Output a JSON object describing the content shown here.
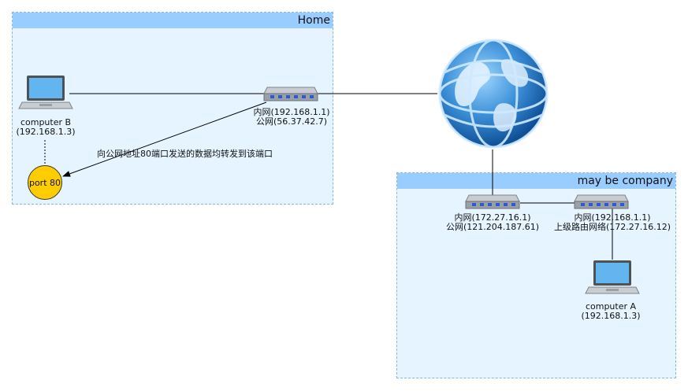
{
  "groups": {
    "home": {
      "title": "Home"
    },
    "company": {
      "title": "may be company"
    }
  },
  "devices": {
    "computer_b": {
      "name": "computer B",
      "ip": "(192.168.1.3)"
    },
    "home_router": {
      "lan": "内网(192.168.1.1)",
      "wan": "公网(56.37.42.7)"
    },
    "company_router": {
      "lan": "内网(172.27.16.1)",
      "wan": "公网(121.204.187.61)"
    },
    "sub_router": {
      "lan": "内网(192.168.1.1)",
      "uplink": "上级路由网络(172.27.16.12)"
    },
    "computer_a": {
      "name": "computer A",
      "ip": "(192.168.1.3)"
    }
  },
  "port": {
    "label": "port 80"
  },
  "annotation": "向公网地址80端口发送的数据均转发到该端口",
  "icons": {
    "globe": "internet-globe-icon",
    "router": "router-icon",
    "laptop": "laptop-icon"
  },
  "colors": {
    "group_fill": "#e6f4ff",
    "group_header": "#99ccff",
    "port_fill": "#ffcc00"
  }
}
